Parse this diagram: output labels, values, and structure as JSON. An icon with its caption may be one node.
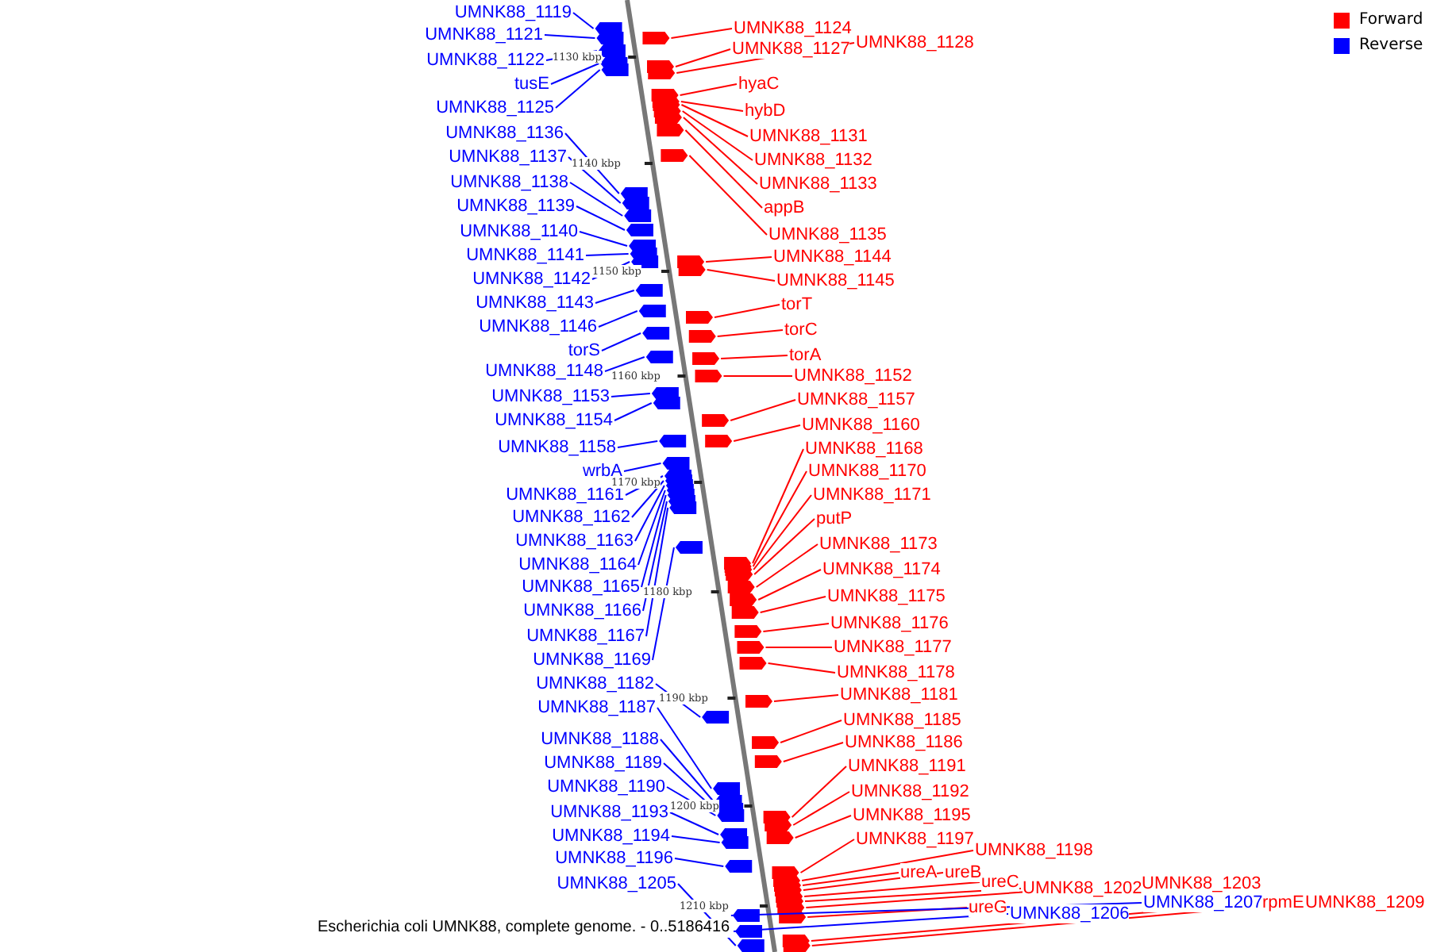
{
  "diagram": {
    "caption": "Escherichia coli UMNK88, complete genome. - 0..5186416",
    "nodes": [
      {
        "text": [
          "UMNK88_1119"
        ]
      },
      {
        "text": [
          "UMNK88_1121"
        ]
      },
      {
        "text": [
          "UMNK88_1122"
        ]
      },
      {
        "text": [
          "tusE"
        ]
      },
      {
        "text": [
          "UMNK88_1125"
        ]
      },
      {
        "text": [
          "UMNK88_1136"
        ]
      },
      {
        "text": [
          "UMNK88_1137"
        ]
      },
      {
        "text": [
          "UMNK88_1138"
        ]
      },
      {
        "text": [
          "UMNK88_1139"
        ]
      },
      {
        "text": [
          "UMNK88_1140"
        ]
      },
      {
        "text": [
          "UMNK88_1141"
        ]
      },
      {
        "text": [
          "UMNK88_1142"
        ]
      },
      {
        "text": [
          "UMNK88_1143"
        ]
      },
      {
        "text": [
          "UMNK88_1146"
        ]
      },
      {
        "text": [
          "torS"
        ]
      },
      {
        "text": [
          "UMNK88_1148"
        ]
      },
      {
        "text": [
          "UMNK88_1153"
        ]
      },
      {
        "text": [
          "UMNK88_1154"
        ]
      },
      {
        "text": [
          "UMNK88_1158"
        ]
      },
      {
        "text": [
          "wrbA"
        ]
      },
      {
        "text": [
          "UMNK88_1161"
        ]
      },
      {
        "text": [
          "UMNK88_1162"
        ]
      },
      {
        "text": [
          "UMNK88_1163"
        ]
      },
      {
        "text": [
          "UMNK88_1164"
        ]
      },
      {
        "text": [
          "UMNK88_1165"
        ]
      },
      {
        "text": [
          "UMNK88_1166"
        ]
      },
      {
        "text": [
          "UMNK88_1167"
        ]
      },
      {
        "text": [
          "UMNK88_1169"
        ]
      },
      {
        "text": [
          "UMNK88_1182"
        ]
      },
      {
        "text": [
          "UMNK88_1187"
        ]
      },
      {
        "text": [
          "UMNK88_1188"
        ]
      },
      {
        "text": [
          "UMNK88_1189"
        ]
      },
      {
        "text": [
          "UMNK88_1190"
        ]
      },
      {
        "text": [
          "UMNK88_1193"
        ]
      },
      {
        "text": [
          "UMNK88_1194"
        ]
      },
      {
        "text": [
          "UMNK88_1196"
        ]
      },
      {
        "text": [
          "UMNK88_1205"
        ]
      },
      {
        "text": [
          "UMNK88_1124"
        ]
      },
      {
        "text": [
          "UMNK88_1127"
        ]
      },
      {
        "text": [
          "UMNK88_1128"
        ]
      },
      {
        "text": [
          "hyaC"
        ]
      },
      {
        "text": [
          "hybD"
        ]
      },
      {
        "text": [
          "UMNK88_1131"
        ]
      },
      {
        "text": [
          "UMNK88_1132"
        ]
      },
      {
        "text": [
          "UMNK88_1133"
        ]
      },
      {
        "text": [
          "appB"
        ]
      },
      {
        "text": [
          "UMNK88_1135"
        ]
      },
      {
        "text": [
          "UMNK88_1144"
        ]
      },
      {
        "text": [
          "UMNK88_1145"
        ]
      },
      {
        "text": [
          "torT"
        ]
      },
      {
        "text": [
          "torC"
        ]
      },
      {
        "text": [
          "torA"
        ]
      },
      {
        "text": [
          "UMNK88_1152"
        ]
      },
      {
        "text": [
          "UMNK88_1157"
        ]
      },
      {
        "text": [
          "UMNK88_1160"
        ]
      },
      {
        "text": [
          "UMNK88_1168"
        ]
      },
      {
        "text": [
          "UMNK88_1170"
        ]
      },
      {
        "text": [
          "UMNK88_1171"
        ]
      },
      {
        "text": [
          "putP"
        ]
      },
      {
        "text": [
          "UMNK88_1173"
        ]
      },
      {
        "text": [
          "UMNK88_1174"
        ]
      },
      {
        "text": [
          "UMNK88_1175"
        ]
      },
      {
        "text": [
          "UMNK88_1176"
        ]
      },
      {
        "text": [
          "UMNK88_1177"
        ]
      },
      {
        "text": [
          "UMNK88_1178"
        ]
      },
      {
        "text": [
          "UMNK88_1181"
        ]
      },
      {
        "text": [
          "UMNK88_1185"
        ]
      },
      {
        "text": [
          "UMNK88_1186"
        ]
      },
      {
        "text": [
          "UMNK88_1191"
        ]
      },
      {
        "text": [
          "UMNK88_1192"
        ]
      },
      {
        "text": [
          "UMNK88_1195"
        ]
      },
      {
        "text": [
          "UMNK88_1197"
        ]
      },
      {
        "text": [
          "UMNK88_1198"
        ]
      },
      {
        "text": [
          "ureA"
        ]
      },
      {
        "text": [
          "ureB"
        ]
      },
      {
        "text": [
          "ureC"
        ]
      },
      {
        "text": [
          "UMNK88_1202"
        ]
      },
      {
        "text": [
          "UMNK88_1203"
        ]
      },
      {
        "text": [
          "ureG"
        ]
      },
      {
        "text": [
          "UMNK88_1206"
        ]
      },
      {
        "text": [
          "UMNK88_1207"
        ]
      },
      {
        "text": [
          "rpmE"
        ]
      },
      {
        "text": [
          "UMNK88_1209"
        ]
      },
      {
        "text": [],
        "shape": "bar"
      },
      {
        "text": [],
        "shape": "bar"
      },
      {
        "text": [],
        "shape": "bar"
      },
      {
        "text": [],
        "shape": "bar"
      },
      {
        "text": [],
        "shape": "bar"
      },
      {
        "text": [],
        "shape": "bar"
      },
      {
        "text": [],
        "shape": "bar"
      },
      {
        "text": [],
        "shape": "bar"
      },
      {
        "text": [],
        "shape": "bar"
      },
      {
        "text": [],
        "shape": "bar"
      },
      {
        "text": [],
        "shape": "bar"
      },
      {
        "text": [],
        "shape": "bar"
      },
      {
        "text": [],
        "shape": "bar"
      },
      {
        "text": [],
        "shape": "bar"
      },
      {
        "text": [],
        "shape": "bar"
      },
      {
        "text": [],
        "shape": "bar"
      },
      {
        "text": [],
        "shape": "bar"
      },
      {
        "text": [],
        "shape": "bar"
      },
      {
        "text": [],
        "shape": "bar"
      },
      {
        "text": [],
        "shape": "bar"
      },
      {
        "text": [],
        "shape": "bar"
      },
      {
        "text": [],
        "shape": "bar"
      },
      {
        "text": [],
        "shape": "bar"
      },
      {
        "text": [],
        "shape": "bar"
      },
      {
        "text": [],
        "shape": "bar"
      },
      {
        "text": [],
        "shape": "bar"
      },
      {
        "text": [],
        "shape": "bar"
      },
      {
        "text": [],
        "shape": "bar"
      },
      {
        "text": [],
        "shape": "bar"
      },
      {
        "text": [],
        "shape": "bar"
      },
      {
        "text": [],
        "shape": "bar"
      },
      {
        "text": [],
        "shape": "bar"
      },
      {
        "text": [],
        "shape": "bar"
      },
      {
        "text": [],
        "shape": "bar"
      },
      {
        "text": [],
        "shape": "bar"
      },
      {
        "text": [],
        "shape": "bar"
      },
      {
        "text": [],
        "shape": "bar"
      },
      {
        "text": [],
        "shape": "bar"
      },
      {
        "text": [],
        "shape": "bar"
      },
      {
        "text": [],
        "shape": "bar"
      },
      {
        "text": [],
        "shape": "bar"
      },
      {
        "text": [],
        "shape": "bar"
      },
      {
        "text": [],
        "shape": "bar"
      },
      {
        "text": [],
        "shape": "bar"
      },
      {
        "text": [],
        "shape": "bar"
      },
      {
        "text": [],
        "shape": "bar"
      },
      {
        "text": [],
        "shape": "bar"
      },
      {
        "text": [],
        "shape": "bar"
      },
      {
        "text": [],
        "shape": "bar"
      },
      {
        "text": [],
        "shape": "bar"
      },
      {
        "text": [],
        "shape": "bar"
      },
      {
        "text": [],
        "shape": "bar"
      },
      {
        "text": [],
        "shape": "bar"
      },
      {
        "text": [],
        "shape": "bar"
      },
      {
        "text": [],
        "shape": "bar"
      },
      {
        "text": [],
        "shape": "bar"
      },
      {
        "text": [],
        "shape": "bar"
      },
      {
        "text": [],
        "shape": "bar"
      },
      {
        "text": [],
        "shape": "bar"
      },
      {
        "text": [],
        "shape": "bar"
      },
      {
        "text": [],
        "shape": "bar"
      },
      {
        "text": [],
        "shape": "bar"
      },
      {
        "text": [],
        "shape": "bar"
      },
      {
        "text": [],
        "shape": "bar"
      },
      {
        "text": [],
        "shape": "bar"
      },
      {
        "text": [],
        "shape": "bar"
      },
      {
        "text": [],
        "shape": "bar"
      },
      {
        "text": [],
        "shape": "bar"
      },
      {
        "text": [],
        "shape": "bar"
      },
      {
        "text": [],
        "shape": "bar"
      },
      {
        "text": [],
        "shape": "bar"
      },
      {
        "text": [],
        "shape": "bar"
      },
      {
        "text": [],
        "shape": "bar"
      },
      {
        "text": [],
        "shape": "bar"
      },
      {
        "text": [],
        "shape": "bar"
      },
      {
        "text": [],
        "shape": "bar"
      },
      {
        "text": [],
        "shape": "bar"
      },
      {
        "text": [],
        "shape": "bar"
      },
      {
        "text": [],
        "shape": "bar"
      },
      {
        "text": [],
        "shape": "bar"
      },
      {
        "text": [],
        "shape": "bar"
      },
      {
        "text": [],
        "shape": "bar"
      },
      {
        "text": [],
        "shape": "bar"
      }
    ],
    "edges": [
      {
        "from": 0,
        "to": 83,
        "arrow": "none",
        "color": "#0000ff"
      },
      {
        "from": 1,
        "to": 84,
        "arrow": "none",
        "color": "#0000ff"
      },
      {
        "from": 2,
        "to": 85,
        "arrow": "none",
        "color": "#0000ff"
      },
      {
        "from": 3,
        "to": 86,
        "arrow": "none",
        "color": "#0000ff"
      },
      {
        "from": 4,
        "to": 87,
        "arrow": "none",
        "color": "#0000ff"
      },
      {
        "from": 5,
        "to": 88,
        "arrow": "none",
        "color": "#0000ff"
      },
      {
        "from": 6,
        "to": 89,
        "arrow": "none",
        "color": "#0000ff"
      },
      {
        "from": 7,
        "to": 90,
        "arrow": "none",
        "color": "#0000ff"
      },
      {
        "from": 8,
        "to": 91,
        "arrow": "none",
        "color": "#0000ff"
      },
      {
        "from": 9,
        "to": 92,
        "arrow": "none",
        "color": "#0000ff"
      },
      {
        "from": 10,
        "to": 93,
        "arrow": "none",
        "color": "#0000ff"
      },
      {
        "from": 11,
        "to": 94,
        "arrow": "none",
        "color": "#0000ff"
      },
      {
        "from": 12,
        "to": 95,
        "arrow": "none",
        "color": "#0000ff"
      },
      {
        "from": 13,
        "to": 96,
        "arrow": "none",
        "color": "#0000ff"
      },
      {
        "from": 14,
        "to": 97,
        "arrow": "none",
        "color": "#0000ff"
      },
      {
        "from": 15,
        "to": 98,
        "arrow": "none",
        "color": "#0000ff"
      },
      {
        "from": 16,
        "to": 99,
        "arrow": "none",
        "color": "#0000ff"
      },
      {
        "from": 17,
        "to": 100,
        "arrow": "none",
        "color": "#0000ff"
      },
      {
        "from": 18,
        "to": 101,
        "arrow": "none",
        "color": "#0000ff"
      },
      {
        "from": 19,
        "to": 102,
        "arrow": "none",
        "color": "#0000ff"
      },
      {
        "from": 20,
        "to": 103,
        "arrow": "none",
        "color": "#0000ff"
      },
      {
        "from": 21,
        "to": 104,
        "arrow": "none",
        "color": "#0000ff"
      },
      {
        "from": 22,
        "to": 105,
        "arrow": "none",
        "color": "#0000ff"
      },
      {
        "from": 23,
        "to": 106,
        "arrow": "none",
        "color": "#0000ff"
      },
      {
        "from": 24,
        "to": 107,
        "arrow": "none",
        "color": "#0000ff"
      },
      {
        "from": 25,
        "to": 108,
        "arrow": "none",
        "color": "#0000ff"
      },
      {
        "from": 26,
        "to": 109,
        "arrow": "none",
        "color": "#0000ff"
      },
      {
        "from": 27,
        "to": 110,
        "arrow": "none",
        "color": "#0000ff"
      },
      {
        "from": 28,
        "to": 111,
        "arrow": "none",
        "color": "#0000ff"
      },
      {
        "from": 29,
        "to": 112,
        "arrow": "none",
        "color": "#0000ff"
      },
      {
        "from": 30,
        "to": 113,
        "arrow": "none",
        "color": "#0000ff"
      },
      {
        "from": 31,
        "to": 114,
        "arrow": "none",
        "color": "#0000ff"
      },
      {
        "from": 32,
        "to": 115,
        "arrow": "none",
        "color": "#0000ff"
      },
      {
        "from": 33,
        "to": 116,
        "arrow": "none",
        "color": "#0000ff"
      },
      {
        "from": 34,
        "to": 117,
        "arrow": "none",
        "color": "#0000ff"
      },
      {
        "from": 35,
        "to": 118,
        "arrow": "none",
        "color": "#0000ff"
      },
      {
        "from": 36,
        "to": 119,
        "arrow": "none",
        "color": "#0000ff"
      },
      {
        "from": 37,
        "to": 120,
        "arrow": "none"
      },
      {
        "from": 38,
        "to": 121,
        "arrow": "none"
      },
      {
        "from": 39,
        "to": 122,
        "arrow": "none"
      },
      {
        "from": 40,
        "to": 123,
        "arrow": "none"
      },
      {
        "from": 41,
        "to": 124,
        "arrow": "none"
      },
      {
        "from": 42,
        "to": 125,
        "arrow": "none"
      },
      {
        "from": 43,
        "to": 126,
        "arrow": "none"
      },
      {
        "from": 44,
        "to": 127,
        "arrow": "none"
      },
      {
        "from": 45,
        "to": 128,
        "arrow": "none"
      },
      {
        "from": 46,
        "to": 129,
        "arrow": "none"
      },
      {
        "from": 47,
        "to": 130,
        "arrow": "none"
      },
      {
        "from": 48,
        "to": 131,
        "arrow": "none"
      },
      {
        "from": 49,
        "to": 132,
        "arrow": "none"
      },
      {
        "from": 50,
        "to": 133,
        "arrow": "none"
      },
      {
        "from": 51,
        "to": 134,
        "arrow": "none"
      },
      {
        "from": 52,
        "to": 135,
        "arrow": "none"
      },
      {
        "from": 53,
        "to": 136,
        "arrow": "none"
      },
      {
        "from": 54,
        "to": 137,
        "arrow": "none"
      },
      {
        "from": 55,
        "to": 138,
        "arrow": "none"
      },
      {
        "from": 56,
        "to": 139,
        "arrow": "none"
      },
      {
        "from": 57,
        "to": 140,
        "arrow": "none"
      },
      {
        "from": 58,
        "to": 141,
        "arrow": "none"
      },
      {
        "from": 59,
        "to": 142,
        "arrow": "none"
      },
      {
        "from": 60,
        "to": 143,
        "arrow": "none"
      },
      {
        "from": 61,
        "to": 144,
        "arrow": "none"
      },
      {
        "from": 62,
        "to": 145,
        "arrow": "none"
      },
      {
        "from": 63,
        "to": 146,
        "arrow": "none"
      },
      {
        "from": 64,
        "to": 147,
        "arrow": "none"
      },
      {
        "from": 65,
        "to": 148,
        "arrow": "none"
      },
      {
        "from": 66,
        "to": 149,
        "arrow": "none"
      },
      {
        "from": 67,
        "to": 150,
        "arrow": "none"
      },
      {
        "from": 68,
        "to": 151,
        "arrow": "none"
      },
      {
        "from": 69,
        "to": 152,
        "arrow": "none"
      },
      {
        "from": 70,
        "to": 153,
        "arrow": "none"
      },
      {
        "from": 71,
        "to": 154,
        "arrow": "none"
      },
      {
        "from": 72,
        "to": 155,
        "arrow": "none"
      },
      {
        "from": 73,
        "to": 156,
        "arrow": "none"
      },
      {
        "from": 74,
        "to": 157,
        "arrow": "none"
      },
      {
        "from": 75,
        "to": 158,
        "arrow": "none"
      },
      {
        "from": 76,
        "to": 159,
        "arrow": "none"
      },
      {
        "from": 77,
        "to": 160,
        "arrow": "none"
      },
      {
        "from": 78,
        "to": 161,
        "arrow": "none"
      },
      {
        "from": 79,
        "to": 162,
        "arrow": "none",
        "color": "#0000ff"
      },
      {
        "from": 80,
        "to": 163,
        "arrow": "none",
        "color": "#0000ff"
      },
      {
        "from": 81,
        "to": 164,
        "arrow": "none"
      },
      {
        "from": 82,
        "to": 165,
        "arrow": "none"
      }
    ],
    "labels": [
      "1130 kbp",
      "1140 kbp",
      "1150 kbp",
      "1160 kbp",
      "1170 kbp",
      "1180 kbp",
      "1190 kbp",
      "1200 kbp",
      "1210 kbp"
    ],
    "legend": [
      {
        "text": "Forward",
        "color": "#ff0000"
      },
      {
        "text": "Reverse",
        "color": "#0000ff"
      }
    ]
  }
}
